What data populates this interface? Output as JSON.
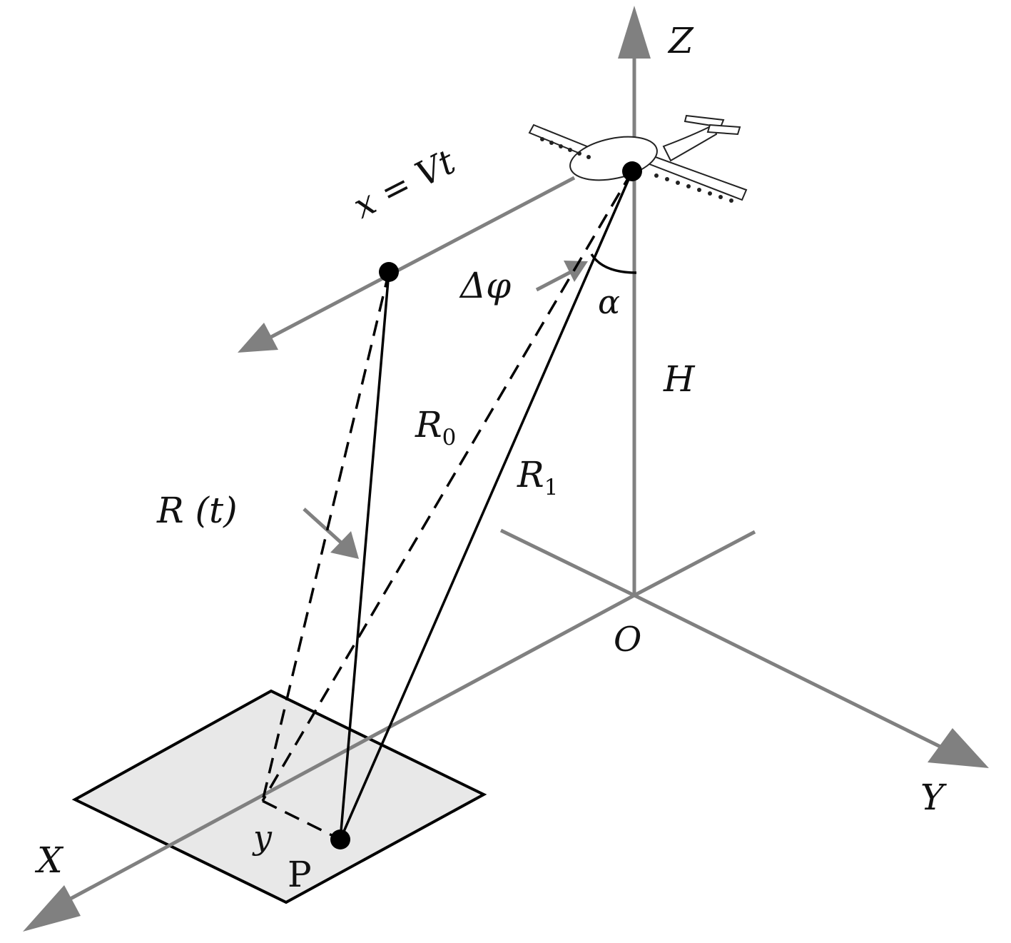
{
  "labels": {
    "z_axis": "Z",
    "x_axis": "X",
    "y_axis": "Y",
    "origin": "O",
    "height": "H",
    "track": "x = Vt",
    "delta_phi": "Δφ",
    "alpha": "α",
    "r0_main": "R",
    "r0_sub": "0",
    "r1_main": "R",
    "r1_sub": "1",
    "rt": "R (t)",
    "y_offset": "y",
    "point": "P"
  },
  "colors": {
    "axis": "#808080",
    "line": "#000000",
    "patch_fill": "#e8e8e8"
  },
  "icons": {
    "aircraft": "airplane-icon"
  }
}
